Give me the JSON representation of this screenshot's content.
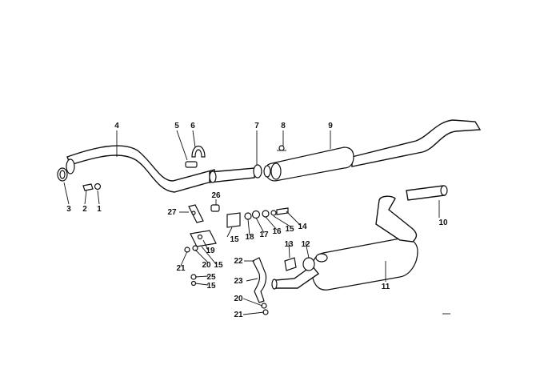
{
  "labels": {
    "l1": "1",
    "l2": "2",
    "l3": "3",
    "l4": "4",
    "l5": "5",
    "l6": "6",
    "l7": "7",
    "l8": "8",
    "l9": "9",
    "l10": "10",
    "l11": "11",
    "l12": "12",
    "l13": "13",
    "l14": "14",
    "l15": "15",
    "l16": "16",
    "l17": "17",
    "l18": "18",
    "l19": "19",
    "l20": "20",
    "l21": "21",
    "l22": "22",
    "l23": "23",
    "l25": "25",
    "l26": "26",
    "l27": "27"
  },
  "colors": {
    "line": "#111111",
    "background": "#ffffff"
  }
}
